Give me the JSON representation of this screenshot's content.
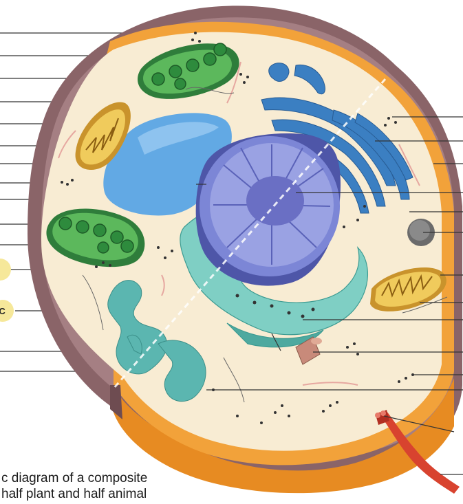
{
  "diagram": {
    "badges": [
      "C"
    ],
    "caption_lines": [
      "c diagram of a composite",
      "half plant and half animal"
    ],
    "colors": {
      "cell_wall": "#8a6468",
      "membrane": "#f2a23a",
      "cytoplasm": "#f8ecd3",
      "chloroplast": "#3a9a48",
      "mitochondrion": "#f0cb5c",
      "vacuole": "#62a9e4",
      "nucleus": "#7c86d6",
      "golgi": "#3b7fc2",
      "er": "#5bb6b0",
      "flagellum": "#d8432f",
      "badge": "#f6e89a"
    }
  }
}
